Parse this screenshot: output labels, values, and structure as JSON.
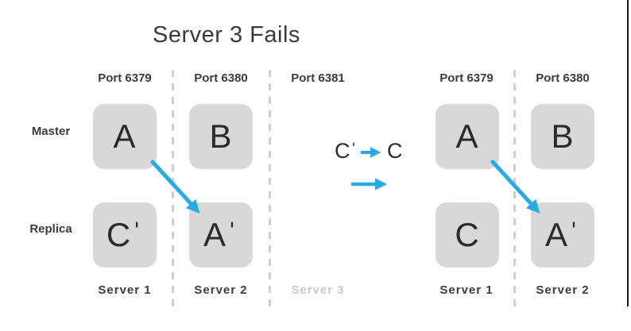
{
  "title": "Server 3 Fails",
  "colors": {
    "accent": "#29ABE2",
    "box_fill": "#D8D8D8",
    "label_text": "#3B3B3B",
    "letter_text": "#2B2B2B",
    "divider": "#CFCFCF",
    "muted_server": "#C9C9C9"
  },
  "rows": {
    "master": "Master",
    "replica": "Replica"
  },
  "before": {
    "ports": [
      "Port 6379",
      "Port 6380",
      "Port 6381"
    ],
    "master_nodes": [
      "A",
      "B"
    ],
    "replica_nodes": [
      "Cˈ",
      "Aˈ"
    ],
    "servers": [
      "Server 1",
      "Server 2",
      "Server 3"
    ]
  },
  "transition": {
    "from": "Cˈ",
    "to": "C"
  },
  "after": {
    "ports": [
      "Port 6379",
      "Port 6380"
    ],
    "master_nodes": [
      "A",
      "B"
    ],
    "replica_nodes": [
      "C",
      "Aˈ"
    ],
    "servers": [
      "Server 1",
      "Server 2"
    ]
  }
}
